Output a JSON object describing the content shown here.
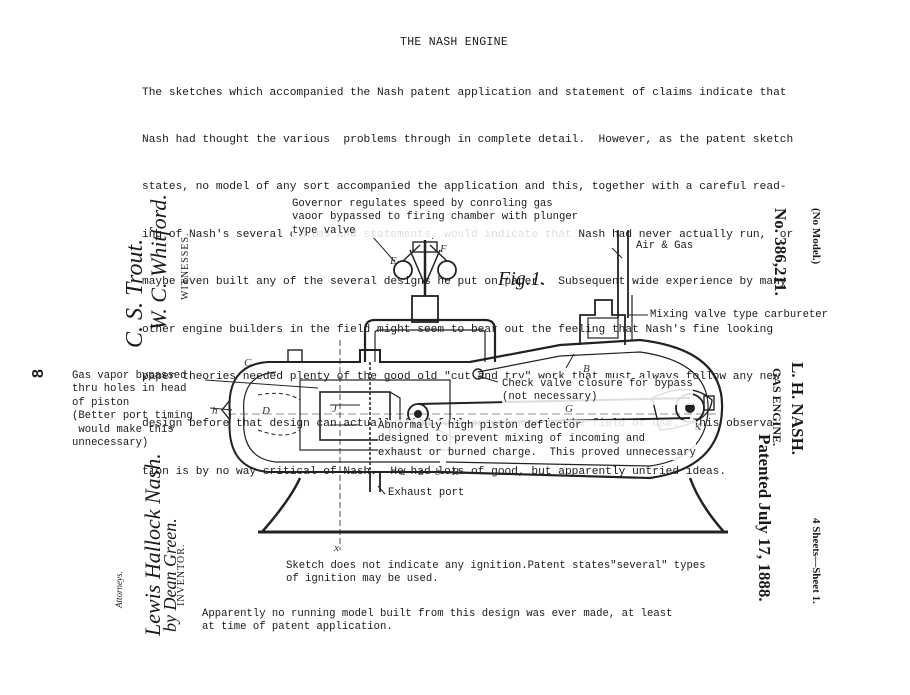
{
  "title": "THE NASH ENGINE",
  "body_lines": [
    "The sketches which accompanied the Nash patent application and statement of claims indicate that",
    "Nash had thought the various  problems through in complete detail.  However, as the patent sketch",
    "states, no model of any sort accompanied the application and this, together with a careful read-",
    "ing of Nash's several claims and statements, would indicate that Nash had never actually run,  or",
    "maybe even built any of the several designs he put on paper.  Subsequent wide experience by many",
    "other engine builders in the field might seem to bear out the feeling that Nash's fine looking",
    "paper theories needed plenty of the good old \"cut and try\" work that must always follow any new",
    "design before that design can actually find full acceptance in the field of use.  This observa-",
    "tion is by no way critical of Nash.  He had lots of good, but apparently untried ideas."
  ],
  "annotations": {
    "governor": "Governor regulates speed by conroling gas\nvaoor bypassed to firing chamber with plunger\ntype valve",
    "air_gas": "Air & Gas",
    "mixing_valve": "Mixing valve type carbureter",
    "gas_vapor": "Gas vapor bypassed\nthru holes in head\nof piston\n(Better port timing\n would make this\nunnecessary)",
    "check_valve": "Check valve closure for bypass\n(not necessary)",
    "deflector": "Abnormally high piston deflector\ndesigned to prevent mixing of incoming and\nexhaust or burned charge.  This proved unnecessary",
    "exhaust_port": "Exhaust port",
    "ignition": "Sketch does not indicate any ignition.Patent states\"several\" types\nof ignition may be used.",
    "no_model": "Apparently no running model built from this design was ever made, at least\nat time of patent application."
  },
  "fig_label": "Fig.1.",
  "patent": {
    "no_model": "(No Model.)",
    "number": "No. 386,211.",
    "inventor_name": "L. H. NASH.",
    "subject": "GAS ENGINE.",
    "patented": "Patented July 17, 1888.",
    "sheets": "4 Sheets—Sheet 1."
  },
  "left_margin": {
    "witnesses_label": "WITNESSES.",
    "inventor_label": "INVENTOR.",
    "attorneys_label": "Attorneys.",
    "page_number": "8"
  },
  "part_letters": [
    "E",
    "C",
    "D",
    "h",
    "F",
    "G",
    "K",
    "B",
    "d",
    "a",
    "b",
    "R",
    "x",
    "J"
  ]
}
